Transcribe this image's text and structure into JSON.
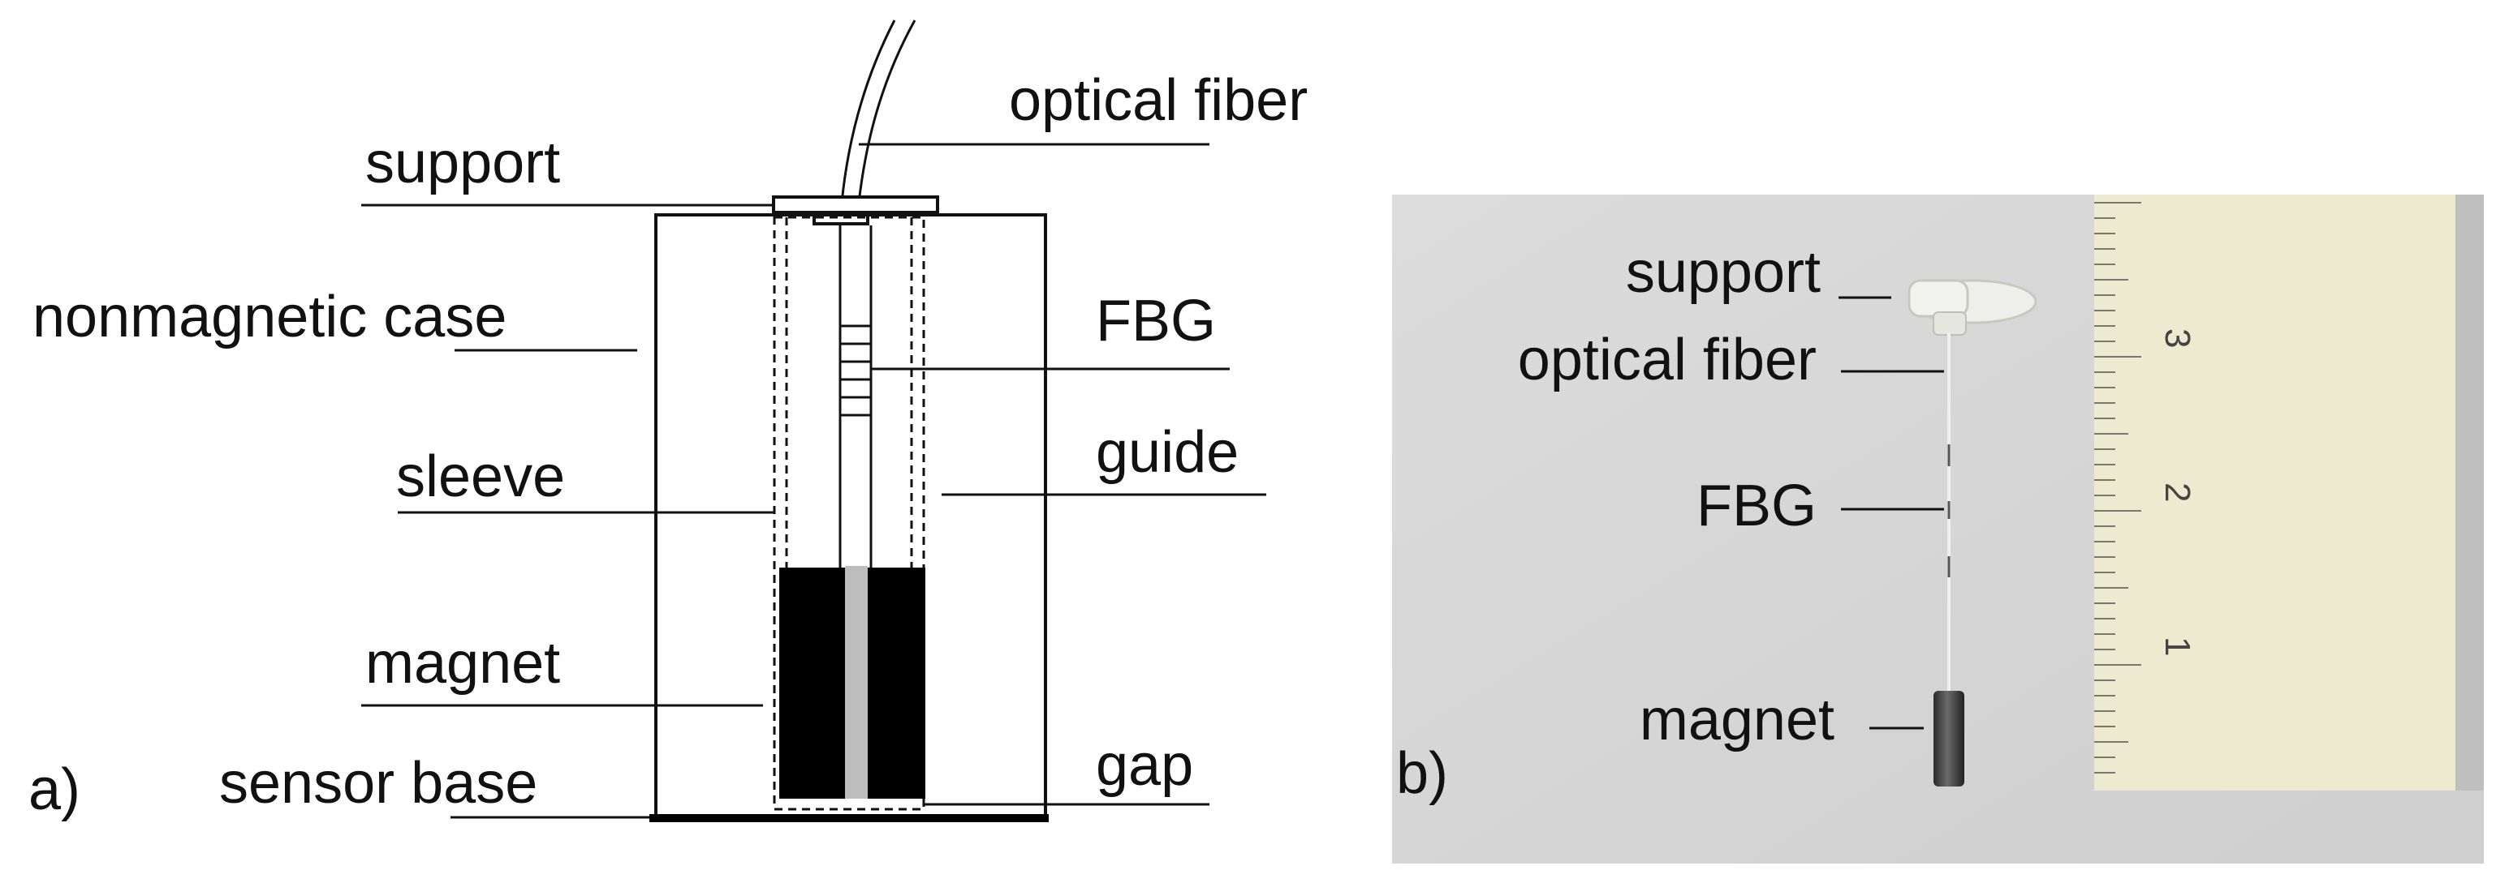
{
  "panel_a": {
    "tag": "a)",
    "labels": {
      "optical_fiber": "optical fiber",
      "support": "support",
      "case": "nonmagnetic case",
      "fbg": "FBG",
      "sleeve": "sleeve",
      "guide": "guide",
      "magnet": "magnet",
      "gap": "gap",
      "sensor_base": "sensor base"
    }
  },
  "panel_b": {
    "tag": "b)",
    "labels": {
      "support": "support",
      "optical_fiber": "optical fiber",
      "fbg": "FBG",
      "magnet": "magnet"
    },
    "ruler_numbers": [
      "3",
      "2",
      "1"
    ],
    "colors": {
      "background": "#d6d6d6",
      "ruler": "#ecebcf",
      "magnet": "#3a3a3a"
    }
  }
}
